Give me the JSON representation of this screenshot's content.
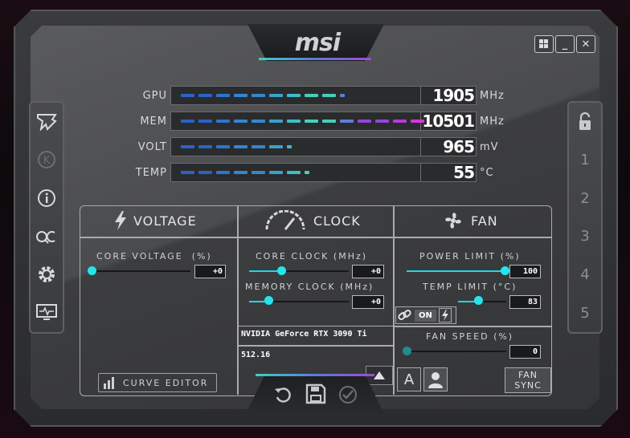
{
  "app": {
    "brand": "msi"
  },
  "window": {
    "controls": [
      "windows-logo-icon",
      "minimize-icon",
      "close-icon"
    ],
    "minimize": "_",
    "close": "✕"
  },
  "left_toolbar": [
    "msi-dragon-icon",
    "kombustor-k-icon",
    "info-icon",
    "oc-scanner-icon",
    "settings-gear-icon",
    "monitor-icon"
  ],
  "right_toolbar": {
    "lock_icon": "lock-icon",
    "profiles": [
      "1",
      "2",
      "3",
      "4",
      "5"
    ]
  },
  "stats": [
    {
      "label": "GPU",
      "value": "1905",
      "unit": "MHz",
      "level": 0.72
    },
    {
      "label": "MEM",
      "value": "10501",
      "unit": "MHz",
      "level": 1.0
    },
    {
      "label": "VOLT",
      "value": "965",
      "unit": "mV",
      "level": 0.48
    },
    {
      "label": "TEMP",
      "value": "55",
      "unit": "°C",
      "level": 0.55
    }
  ],
  "voltage": {
    "title": "VOLTAGE",
    "core_voltage_label": "CORE VOLTAGE",
    "core_voltage_unit": "(%)",
    "core_voltage_value": "+0",
    "curve_editor": "CURVE EDITOR"
  },
  "clock": {
    "title": "CLOCK",
    "core_clock_label": "CORE CLOCK",
    "core_clock_unit": "(MHz)",
    "core_clock_value": "+0",
    "memory_clock_label": "MEMORY CLOCK",
    "memory_clock_unit": "(MHz)",
    "memory_clock_value": "+0"
  },
  "gpu_info": {
    "name": "NVIDIA GeForce RTX 3090 Ti",
    "driver": "512.16"
  },
  "fan": {
    "title": "FAN",
    "power_limit_label": "POWER LIMIT",
    "power_limit_unit": "(%)",
    "power_limit_value": "100",
    "temp_limit_label": "TEMP LIMIT",
    "temp_limit_unit": "(°C)",
    "temp_limit_value": "83",
    "link_state": "ON",
    "fan_speed_label": "FAN SPEED",
    "fan_speed_unit": "(%)",
    "fan_speed_value": "0",
    "auto_label": "A",
    "fan_sync_line1": "FAN",
    "fan_sync_line2": "SYNC"
  },
  "bottom_bar": [
    "reset-icon",
    "save-icon",
    "apply-check-icon"
  ],
  "colors": {
    "accent_cyan": "#26e4ec",
    "accent_purple": "#a04ad8",
    "accent_magenta": "#e23ad8"
  }
}
